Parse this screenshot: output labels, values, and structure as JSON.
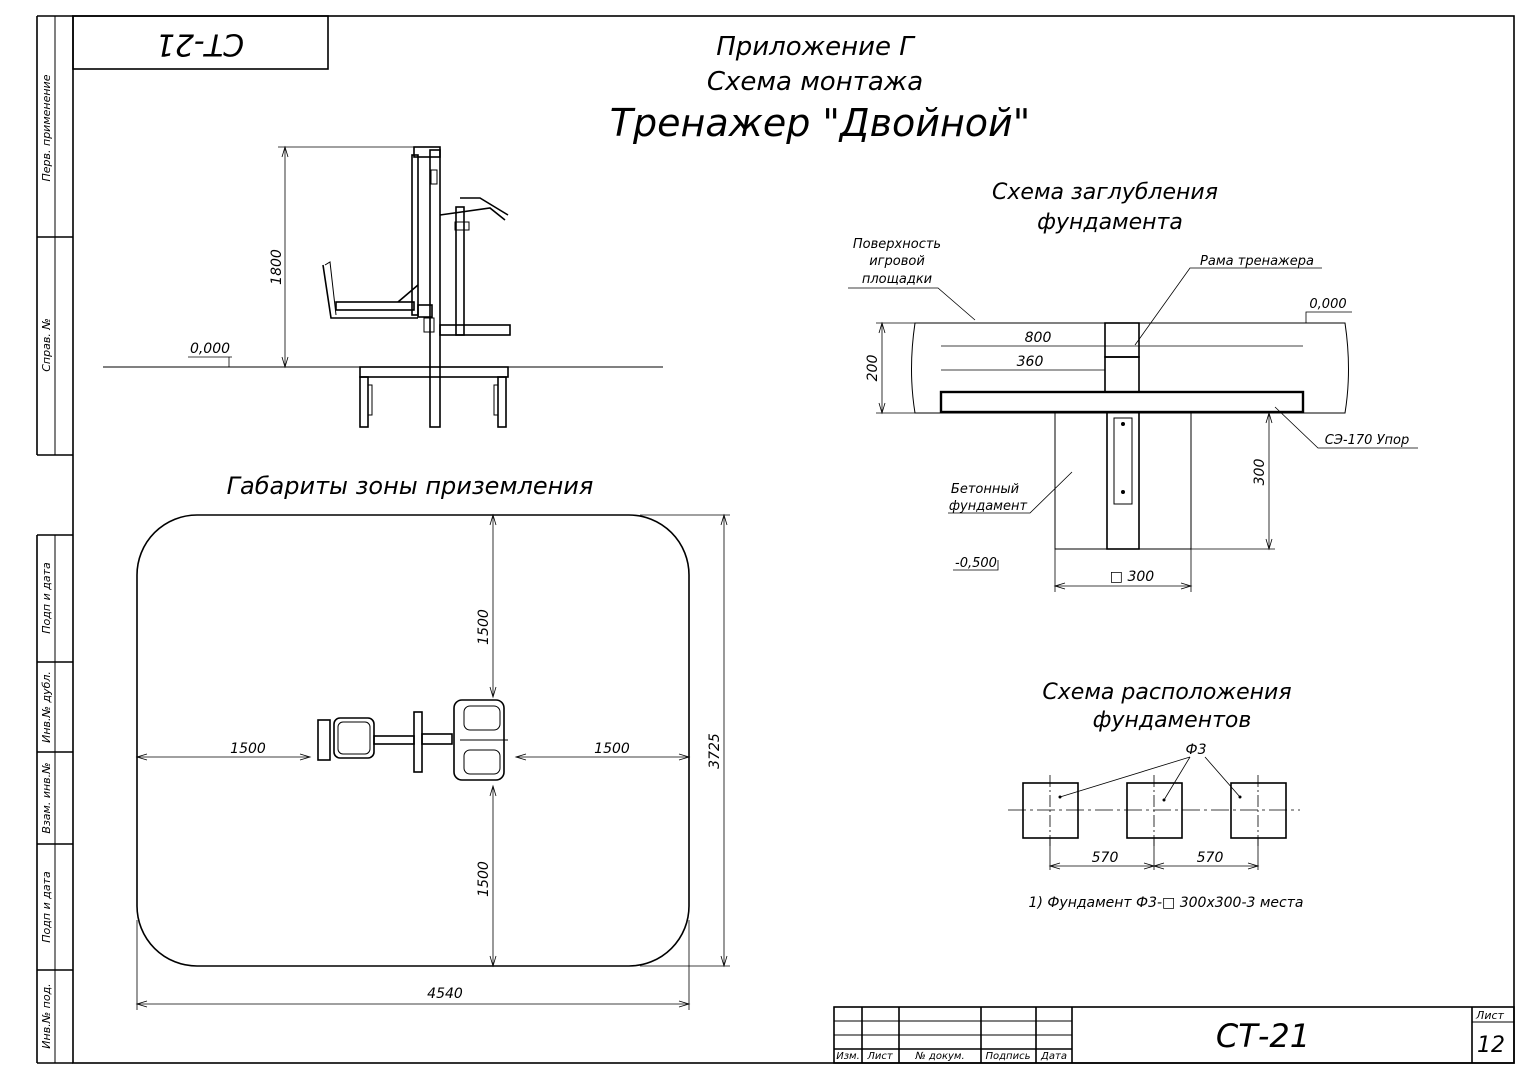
{
  "stamp_top": "СТ-21",
  "title": {
    "line1": "Приложение Г",
    "line2": "Схема монтажа",
    "line3": "Тренажер \"Двойной\""
  },
  "side_labels": {
    "perv": "Перв. применение",
    "sprav": "Справ. №",
    "podp1": "Подп и дата",
    "inv_dubl": "Инв.№ дубл.",
    "vzam": "Взам. инв.№",
    "podp2": "Подп и дата",
    "inv_pod": "Инв.№ под."
  },
  "side_view": {
    "dim_height": "1800",
    "ground_mark": "0,000"
  },
  "landing_zone": {
    "title": "Габариты зоны приземления",
    "dim_top": "1500",
    "dim_bottom": "1500",
    "dim_left": "1500",
    "dim_right": "1500",
    "dim_height": "3725",
    "dim_width": "4540"
  },
  "foundation_depth": {
    "title_line1": "Схема заглубления",
    "title_line2": "фундамента",
    "surface_label_1": "Поверхность",
    "surface_label_2": "игровой",
    "surface_label_3": "площадки",
    "frame_label": "Рама тренажера",
    "mark_zero": "0,000",
    "dim_800": "800",
    "dim_360": "360",
    "dim_200": "200",
    "dim_300_v": "300",
    "stop_label": "СЭ-170 Упор",
    "concrete_label_1": "Бетонный",
    "concrete_label_2": "фундамент",
    "mark_minus": "-0,500",
    "dim_square": "□ 300"
  },
  "foundation_layout": {
    "title_line1": "Схема расположения",
    "title_line2": "фундаментов",
    "f3_label": "Ф3",
    "dim_1": "570",
    "dim_2": "570",
    "note": "1) Фундамент Ф3-□ 300x300-3 места"
  },
  "title_block": {
    "izm": "Изм.",
    "list": "Лист",
    "dokum": "№ докум.",
    "podpis": "Подпись",
    "data": "Дата",
    "designation": "СТ-21",
    "sheet_label": "Лист",
    "sheet_no": "12"
  }
}
